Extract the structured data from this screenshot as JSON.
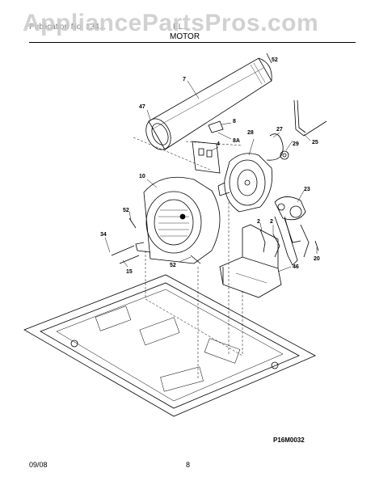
{
  "header": {
    "publication_label": "Publication No. 134...",
    "model_label": "EL...",
    "watermark": "AppliancePartsPros.com",
    "section_title": "MOTOR"
  },
  "diagram_code": "P16M0032",
  "footer": {
    "date": "09/08",
    "page_number": "8"
  },
  "callouts": [
    {
      "id": "c52a",
      "text": "52"
    },
    {
      "id": "c7",
      "text": "7"
    },
    {
      "id": "c47",
      "text": "47"
    },
    {
      "id": "c8",
      "text": "8"
    },
    {
      "id": "c8a",
      "text": "8A"
    },
    {
      "id": "c4",
      "text": "4"
    },
    {
      "id": "c28",
      "text": "28"
    },
    {
      "id": "c27",
      "text": "27"
    },
    {
      "id": "c29",
      "text": "29"
    },
    {
      "id": "c25",
      "text": "25"
    },
    {
      "id": "c10",
      "text": "10"
    },
    {
      "id": "c23",
      "text": "23"
    },
    {
      "id": "c52b",
      "text": "52"
    },
    {
      "id": "c2a",
      "text": "2"
    },
    {
      "id": "c2b",
      "text": "2"
    },
    {
      "id": "c34",
      "text": "34"
    },
    {
      "id": "c15",
      "text": "15"
    },
    {
      "id": "c52c",
      "text": "52"
    },
    {
      "id": "c46",
      "text": "46"
    },
    {
      "id": "c20",
      "text": "20"
    }
  ]
}
